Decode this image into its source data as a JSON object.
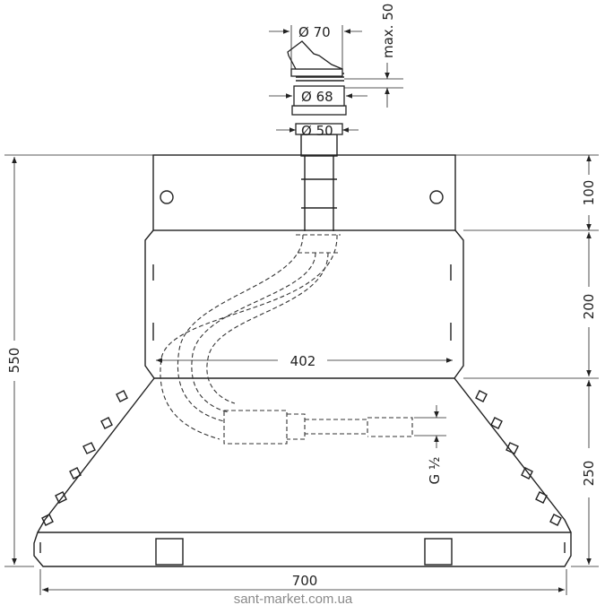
{
  "dimensions": {
    "d70": "Ø 70",
    "d68": "Ø 68",
    "d50": "Ø 50",
    "max50": "max. 50",
    "h100": "100",
    "h200": "200",
    "h250": "250",
    "h550": "550",
    "w402": "402",
    "w700": "700",
    "thread": "G ½"
  },
  "watermark": "sant-market.com.ua"
}
